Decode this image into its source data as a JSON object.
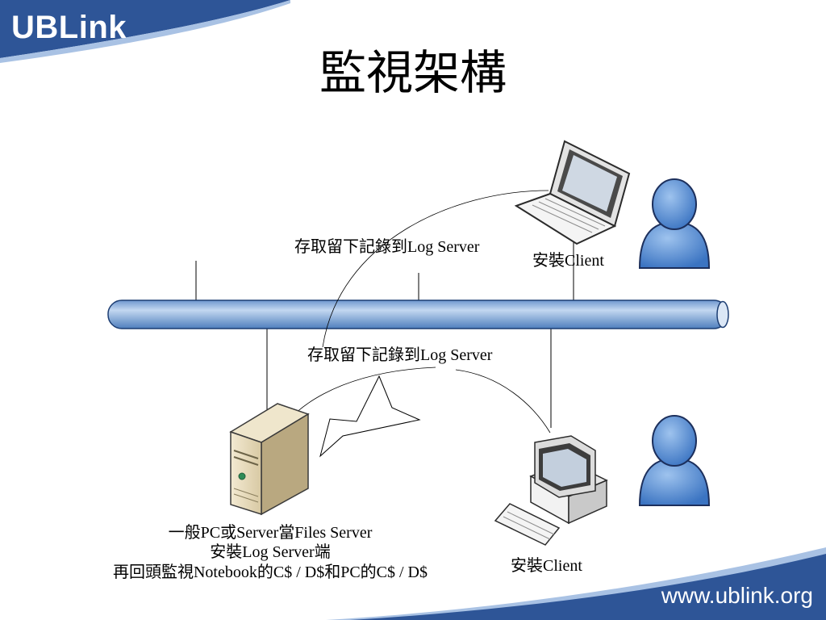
{
  "brand": {
    "logo_text": "UBLink",
    "url": "www.ublink.org",
    "colors": {
      "primary": "#2e5597",
      "light": "#a9c2e4",
      "network": "#9fc0e6"
    }
  },
  "slide": {
    "title": "監視架構"
  },
  "diagram": {
    "label_log_upper": "存取留下記錄到Log Server",
    "label_log_lower": "存取留下記錄到Log Server",
    "label_client_notebook": "安裝Client",
    "label_client_pc": "安裝Client",
    "server_caption": [
      "一般PC或Server當Files Server",
      "安裝Log Server端",
      "再回頭監視Notebook的C$ / D$和PC的C$ / D$"
    ],
    "icons": [
      "server-icon",
      "laptop-icon",
      "desktop-pc-icon",
      "user-icon",
      "arrow-icon"
    ]
  }
}
